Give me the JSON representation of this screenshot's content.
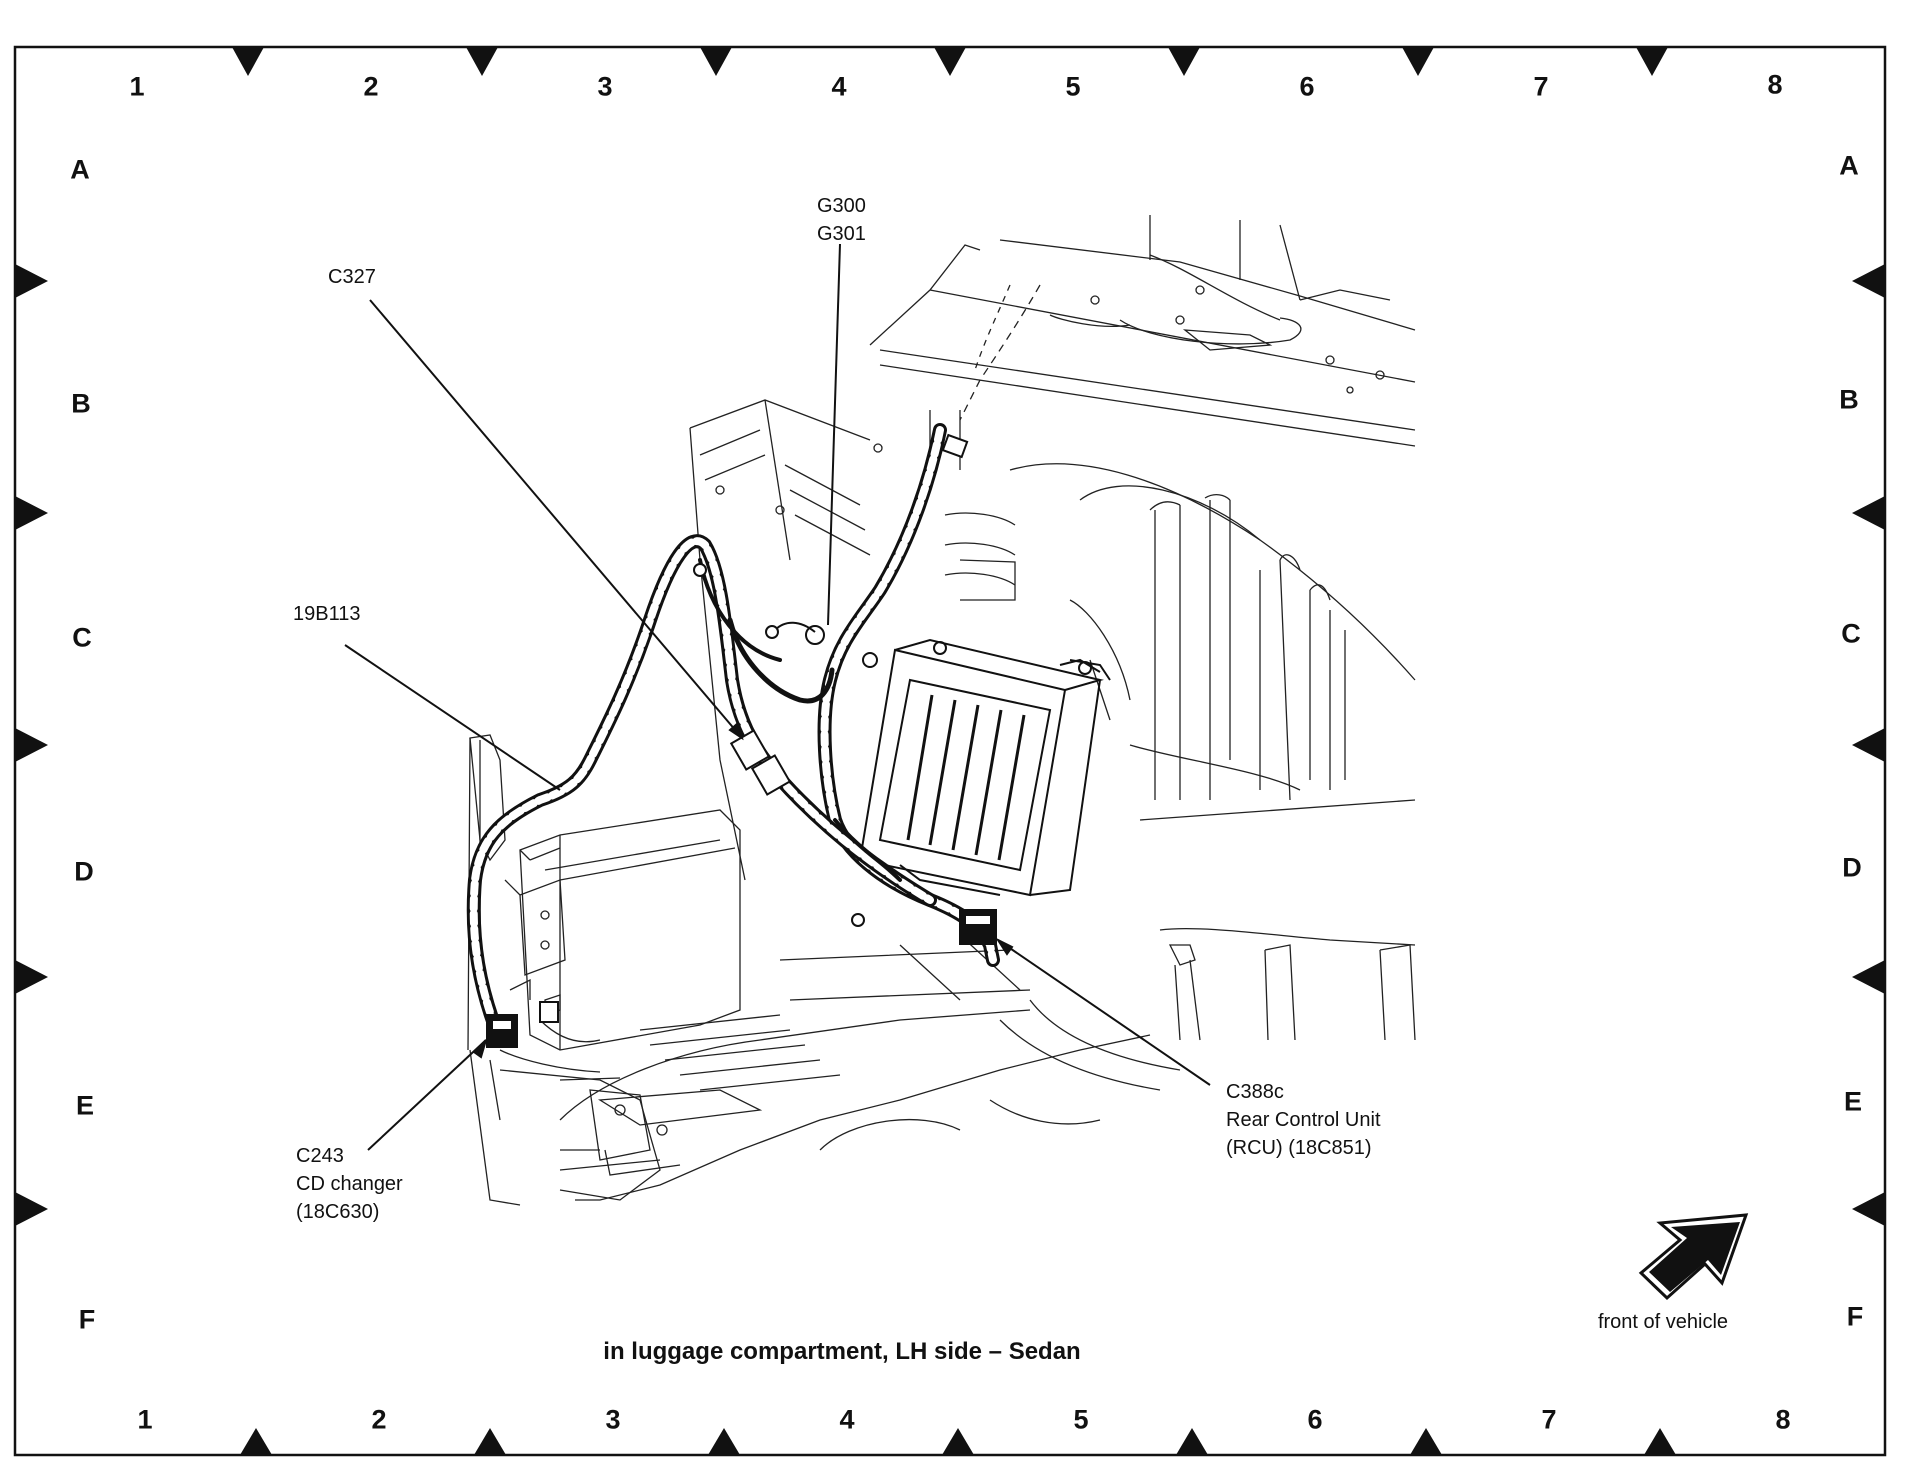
{
  "grid": {
    "columns": [
      "1",
      "2",
      "3",
      "4",
      "5",
      "6",
      "7",
      "8"
    ],
    "rows": [
      "A",
      "B",
      "C",
      "D",
      "E",
      "F"
    ]
  },
  "callouts": {
    "g300": "G300",
    "g301": "G301",
    "c327": "C327",
    "harness": "19B113",
    "c243": "C243",
    "c243_desc": "CD changer",
    "c243_part": "(18C630)",
    "c388c": "C388c",
    "c388c_desc": "Rear Control Unit",
    "c388c_part": "(RCU) (18C851)"
  },
  "caption": "in luggage compartment, LH side – Sedan",
  "orientation": {
    "label": "front of vehicle",
    "icon": "front-of-vehicle-arrow-icon"
  }
}
